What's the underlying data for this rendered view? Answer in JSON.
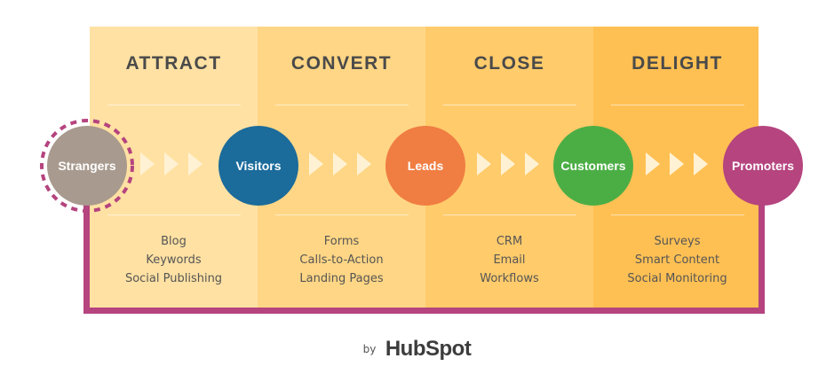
{
  "stages": [
    {
      "title": "ATTRACT",
      "tools": [
        "Blog",
        "Keywords",
        "Social Publishing"
      ],
      "color": "#FFE1A3"
    },
    {
      "title": "CONVERT",
      "tools": [
        "Forms",
        "Calls-to-Action",
        "Landing Pages"
      ],
      "color": "#FFD685"
    },
    {
      "title": "CLOSE",
      "tools": [
        "CRM",
        "Email",
        "Workflows"
      ],
      "color": "#FFCB6B"
    },
    {
      "title": "DELIGHT",
      "tools": [
        "Surveys",
        "Smart Content",
        "Social Monitoring"
      ],
      "color": "#FFC053"
    }
  ],
  "nodes": [
    {
      "label": "Strangers",
      "color": "#A89A8E"
    },
    {
      "label": "Visitors",
      "color": "#1B6B9B"
    },
    {
      "label": "Leads",
      "color": "#F07D42"
    },
    {
      "label": "Customers",
      "color": "#4BAE45"
    },
    {
      "label": "Promoters",
      "color": "#B5447F"
    }
  ],
  "frame_color": "#B5447F",
  "chevron_color": "#FFF2D4",
  "footer": {
    "by": "by",
    "brand": "HubSpot"
  }
}
